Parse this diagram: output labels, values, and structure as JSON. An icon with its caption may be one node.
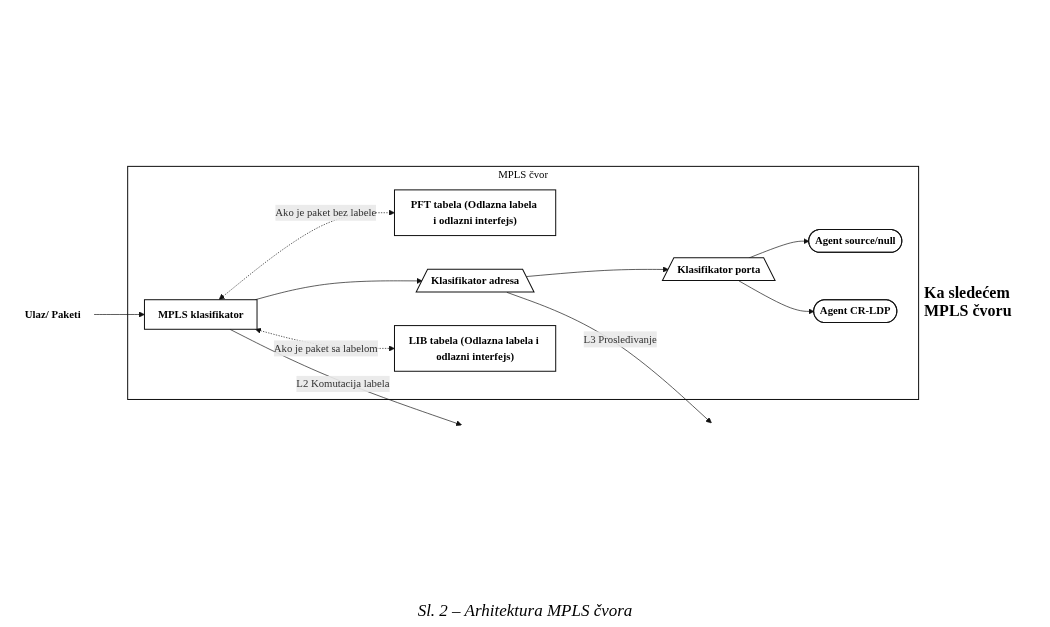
{
  "diagram": {
    "caption": "Sl. 2 – Arhitektura MPLS čvora",
    "nodes": [
      {
        "text": [
          "MPLS čvor"
        ]
      },
      {
        "text": [
          "PFT tabela (Odlazna labela i odlazni interfejs)"
        ],
        "in": 0
      },
      {
        "text": [
          "Ulaz/ Paketi"
        ]
      },
      {
        "text": [
          "MPLS klasifikator"
        ],
        "in": 0
      },
      {
        "text": [
          "Klasifikator adresa"
        ],
        "in": 0
      },
      {
        "text": [
          "Klasifikator porta"
        ],
        "in": 0
      },
      {
        "text": [
          "Agent source/null"
        ],
        "in": 0
      },
      {
        "text": [
          "Agent CR-LDP"
        ],
        "in": 0
      },
      {
        "text": [
          "LIB tabela (Odlazna labela i odlazni interfejs)"
        ],
        "in": 0
      }
    ],
    "edges": [
      {
        "from": 2,
        "to": 3,
        "arrow": "to"
      },
      {
        "from": 3,
        "to": 1,
        "arrow": "both",
        "style": "dashed",
        "label": "Ako je paket bez labele"
      },
      {
        "from": 3,
        "to": 8,
        "arrow": "both",
        "style": "dashed",
        "label": "Ako je paket sa labelom"
      },
      {
        "from": 3,
        "to": 4,
        "arrow": "to"
      },
      {
        "from": 4,
        "to": 5,
        "arrow": "to"
      },
      {
        "from": 5,
        "to": 6,
        "arrow": "to"
      },
      {
        "from": 5,
        "to": 7,
        "arrow": "to"
      },
      {
        "from": 4,
        "to": null,
        "arrow": "to",
        "label": "L3 Prosleđivanje"
      },
      {
        "from": 3,
        "to": null,
        "arrow": "to",
        "label": "L2 Komutacija labela"
      }
    ],
    "labels": [
      "Ka sledećem MPLS čvoru"
    ]
  }
}
